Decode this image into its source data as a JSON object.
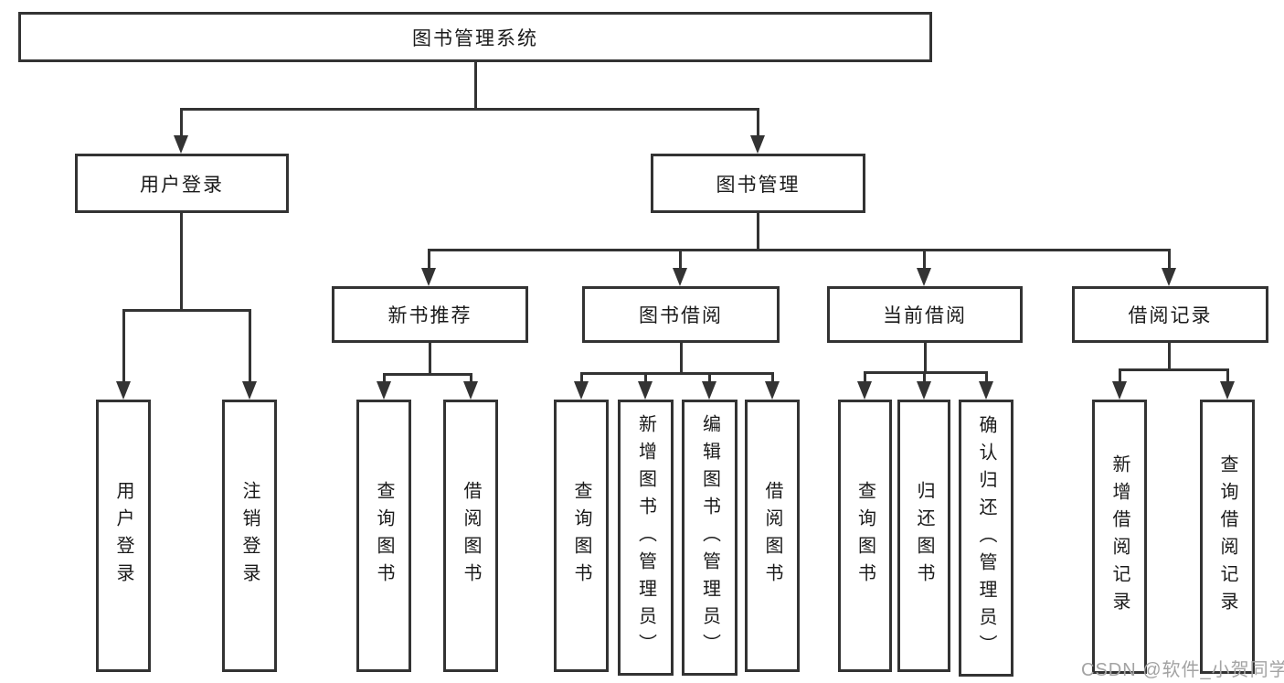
{
  "hierarchy": {
    "label": "图书管理系统",
    "children": [
      {
        "label": "用户登录",
        "children": [
          {
            "label": "用户登录"
          },
          {
            "label": "注销登录"
          }
        ]
      },
      {
        "label": "图书管理",
        "children": [
          {
            "label": "新书推荐",
            "children": [
              {
                "label": "查询图书"
              },
              {
                "label": "借阅图书"
              }
            ]
          },
          {
            "label": "图书借阅",
            "children": [
              {
                "label": "查询图书"
              },
              {
                "label": "新增图书（管理员）"
              },
              {
                "label": "编辑图书（管理员）"
              },
              {
                "label": "借阅图书"
              }
            ]
          },
          {
            "label": "当前借阅",
            "children": [
              {
                "label": "查询图书"
              },
              {
                "label": "归还图书"
              },
              {
                "label": "确认归还（管理员）"
              }
            ]
          },
          {
            "label": "借阅记录",
            "children": [
              {
                "label": "新增借阅记录"
              },
              {
                "label": "查询借阅记录"
              }
            ]
          }
        ]
      }
    ]
  },
  "watermark": {
    "text": "CSDN @软件_小贺同学"
  },
  "colors": {
    "line": "#333333",
    "text": "#1a1a1a",
    "watermark": "#a3a3a3",
    "background": "#ffffff"
  }
}
